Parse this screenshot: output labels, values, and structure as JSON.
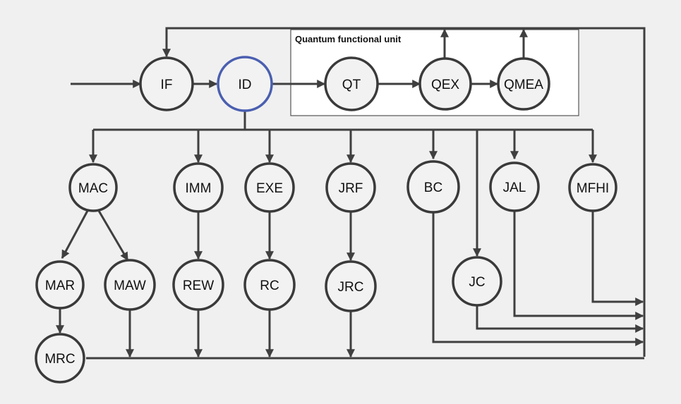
{
  "diagram": {
    "quantum_unit_label": "Quantum functional unit",
    "nodes": {
      "IF": "IF",
      "ID": "ID",
      "QT": "QT",
      "QEX": "QEX",
      "QMEA": "QMEA",
      "MAC": "MAC",
      "IMM": "IMM",
      "EXE": "EXE",
      "JRF": "JRF",
      "BC": "BC",
      "JAL": "JAL",
      "MFHI": "MFHI",
      "MAR": "MAR",
      "MAW": "MAW",
      "REW": "REW",
      "RC": "RC",
      "JRC": "JRC",
      "JC": "JC",
      "MRC": "MRC"
    }
  },
  "colors": {
    "background": "#f0f0f0",
    "node_fill": "#f2f2f2",
    "node_stroke": "#3a3a3a",
    "active_node_stroke": "#4a5fb0",
    "edge": "#3f3f3f"
  }
}
